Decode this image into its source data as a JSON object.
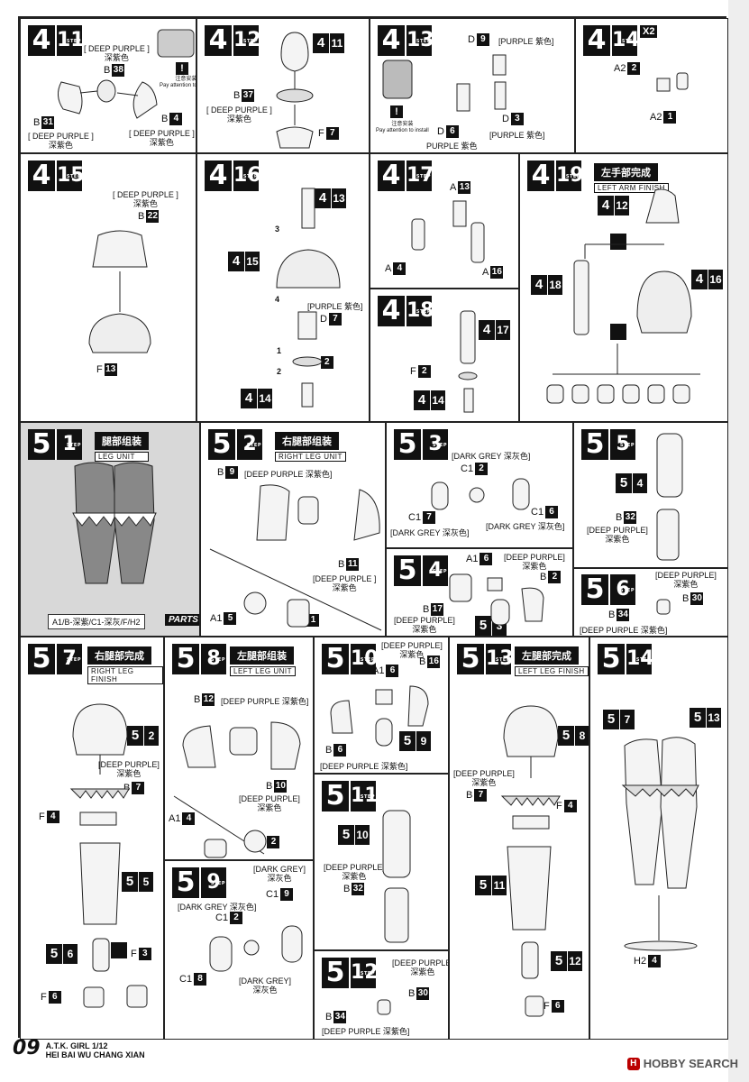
{
  "page_number": "09",
  "product": {
    "line1": "A.T.K. GIRL 1/12",
    "line2": "HEI BAI WU CHANG XIAN"
  },
  "watermark": "HOBBY SEARCH",
  "step_word": "STEP",
  "attention": {
    "cn": "注意安装",
    "en": "Pay attention to install"
  },
  "steps": {
    "s4_11": {
      "major": "4",
      "minor": "11",
      "c1": "[ DEEP PURPLE ]",
      "c1cn": "深紫色",
      "c2": "[ DEEP PURPLE ]",
      "c2cn": "深紫色",
      "c3": "[ DEEP PURPLE ]",
      "c3cn": "深紫色",
      "p1": "B",
      "n1": "38",
      "p2": "B",
      "n2": "31",
      "p3": "B",
      "n3": "4"
    },
    "s4_12": {
      "major": "4",
      "minor": "12",
      "ref_minor": "11",
      "c1": "[ DEEP PURPLE ]",
      "c1cn": "深紫色",
      "p1": "B",
      "n1": "37",
      "p2": "F",
      "n2": "7"
    },
    "s4_13": {
      "major": "4",
      "minor": "13",
      "c1": "[PURPLE 紫色]",
      "c2": "[PURPLE 紫色]",
      "c3": "PURPLE 紫色",
      "p1": "D",
      "n1": "9",
      "p2": "D",
      "n2": "6",
      "p3": "D",
      "n3": "3"
    },
    "s4_14": {
      "major": "4",
      "minor": "14",
      "multiplier": "X2",
      "p1": "A2",
      "n1": "2",
      "p2": "A2",
      "n2": "1"
    },
    "s4_15": {
      "major": "4",
      "minor": "15",
      "c1": "[ DEEP PURPLE ]",
      "c1cn": "深紫色",
      "p1": "B",
      "n1": "22",
      "p2": "F",
      "n2": "13"
    },
    "s4_16": {
      "major": "4",
      "minor": "16",
      "ref_a": "13",
      "ref_b": "15",
      "ref_c": "14",
      "c1": "[PURPLE 紫色]",
      "p1": "D",
      "n1": "7",
      "p2": "F",
      "n2": "2",
      "o1": "1",
      "o2": "2",
      "o3": "3",
      "o4": "4"
    },
    "s4_17": {
      "major": "4",
      "minor": "17",
      "p1": "A",
      "n1": "13",
      "p2": "A",
      "n2": "4",
      "p3": "A",
      "n3": "16"
    },
    "s4_18": {
      "major": "4",
      "minor": "18",
      "ref_a": "17",
      "ref_b": "14",
      "p1": "F",
      "n1": "2"
    },
    "s4_19": {
      "major": "4",
      "minor": "19",
      "title_cn": "左手部完成",
      "title_en": "LEFT ARM FINISH",
      "ref_a": "12",
      "ref_b": "18",
      "ref_c": "16"
    },
    "s5_1": {
      "major": "5",
      "minor": "1",
      "title_cn": "腿部组装",
      "title_en": "LEG UNIT",
      "parts_list": "A1/B-深紫/C1-深灰/F/H2",
      "parts_label": "PARTS"
    },
    "s5_2": {
      "major": "5",
      "minor": "2",
      "title_cn": "右腿部组装",
      "title_en": "RIGHT LEG UNIT",
      "c1": "[DEEP PURPLE 深紫色]",
      "c2": "[DEEP PURPLE ]",
      "c2cn": "深紫色",
      "p1": "B",
      "n1": "9",
      "p2": "B",
      "n2": "11",
      "p3": "A1",
      "n3": "5",
      "p4": "A1",
      "n4": "1"
    },
    "s5_3": {
      "major": "5",
      "minor": "3",
      "c1": "[DARK GREY 深灰色]",
      "c2": "[DARK GREY 深灰色]",
      "c3": "[DARK GREY 深灰色]",
      "p1": "C1",
      "n1": "2",
      "p2": "C1",
      "n2": "7",
      "p3": "C1",
      "n3": "6"
    },
    "s5_4": {
      "major": "5",
      "minor": "4",
      "ref_b": "3",
      "c1": "[DEEP PURPLE]",
      "c1cn": "深紫色",
      "c2": "[DEEP PURPLE]",
      "c2cn": "深紫色",
      "p1": "A1",
      "n1": "6",
      "p2": "B",
      "n2": "2",
      "p3": "B",
      "n3": "17"
    },
    "s5_5": {
      "major": "5",
      "minor": "5",
      "ref_a": "4",
      "c1": "[DEEP PURPLE]",
      "c1cn": "深紫色",
      "p1": "B",
      "n1": "32"
    },
    "s5_6": {
      "major": "5",
      "minor": "6",
      "c1": "[DEEP PURPLE]",
      "c1cn": "深紫色",
      "c2": "[DEEP PURPLE 深紫色]",
      "p1": "B",
      "n1": "30",
      "p2": "B",
      "n2": "34"
    },
    "s5_7": {
      "major": "5",
      "minor": "7",
      "title_cn": "右腿部完成",
      "title_en": "RIGHT LEG FINISH",
      "ref_a": "2",
      "ref_b": "5",
      "ref_c": "6",
      "c1": "[DEEP PURPLE]",
      "c1cn": "深紫色",
      "p1": "B",
      "n1": "7",
      "p2": "F",
      "n2": "4",
      "p3": "F",
      "n3": "3",
      "p4": "F",
      "n4": "6"
    },
    "s5_8": {
      "major": "5",
      "minor": "8",
      "title_cn": "左腿部组装",
      "title_en": "LEFT LEG UNIT",
      "c1": "[DEEP PURPLE 深紫色]",
      "c2": "[DEEP PURPLE]",
      "c2cn": "深紫色",
      "p1": "B",
      "n1": "12",
      "p2": "B",
      "n2": "10",
      "p3": "A1",
      "n3": "4",
      "p4": "A1",
      "n4": "2"
    },
    "s5_9": {
      "major": "5",
      "minor": "9",
      "c1": "[DARK GREY]",
      "c1cn": "深灰色",
      "c2": "[DARK GREY 深灰色]",
      "c3": "[DARK GREY]",
      "c3cn": "深灰色",
      "p1": "C1",
      "n1": "9",
      "p2": "C1",
      "n2": "2",
      "p3": "C1",
      "n3": "8"
    },
    "s5_10": {
      "major": "5",
      "minor": "10",
      "ref_a": "9",
      "c1": "[DEEP PURPLE]",
      "c1cn": "深紫色",
      "c2": "[DEEP PURPLE 深紫色]",
      "p1": "A1",
      "n1": "6",
      "p2": "B",
      "n2": "16",
      "p3": "B",
      "n3": "6"
    },
    "s5_11": {
      "major": "5",
      "minor": "11",
      "ref_a": "10",
      "c1": "[DEEP PURPLE]",
      "c1cn": "深紫色",
      "p1": "B",
      "n1": "32"
    },
    "s5_12": {
      "major": "5",
      "minor": "12",
      "c1": "[DEEP PURPLE]",
      "c1cn": "深紫色",
      "c2": "[DEEP PURPLE 深紫色]",
      "p1": "B",
      "n1": "30",
      "p2": "B",
      "n2": "34"
    },
    "s5_13": {
      "major": "5",
      "minor": "13",
      "title_cn": "左腿部完成",
      "title_en": "LEFT LEG FINISH",
      "ref_a": "8",
      "ref_b": "11",
      "ref_c": "12",
      "c1": "[DEEP PURPLE]",
      "c1cn": "深紫色",
      "p1": "B",
      "n1": "7",
      "p2": "F",
      "n2": "4",
      "p3": "F",
      "n3": "6"
    },
    "s5_14": {
      "major": "5",
      "minor": "14",
      "ref_a": "7",
      "ref_b": "13",
      "p1": "H2",
      "n1": "4"
    }
  }
}
